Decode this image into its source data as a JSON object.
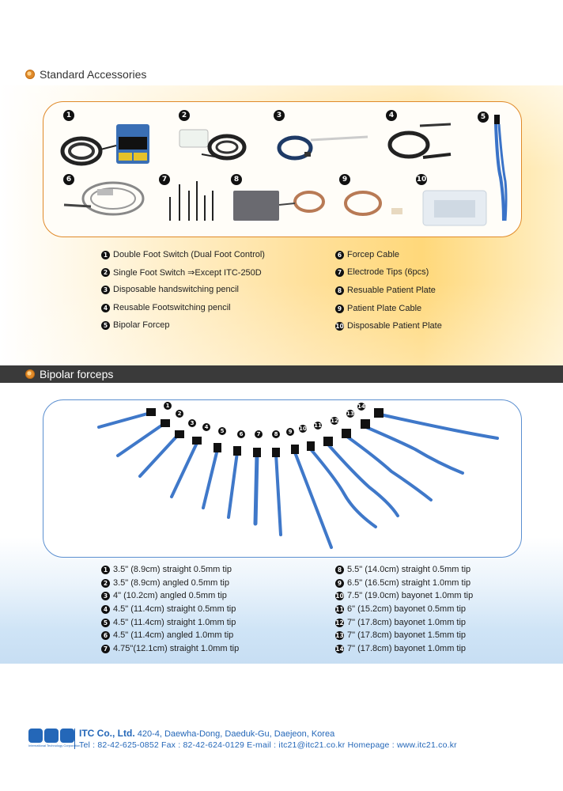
{
  "standard_accessories": {
    "title": "Standard Accessories",
    "markers": [
      "1",
      "2",
      "3",
      "4",
      "5",
      "6",
      "7",
      "8",
      "9",
      "10"
    ],
    "legend_left": [
      {
        "num": "1",
        "text": "Double Foot Switch (Dual Foot Control)"
      },
      {
        "num": "2",
        "text": "Single Foot Switch ⇒Except ITC-250D"
      },
      {
        "num": "3",
        "text": "Disposable handswitching pencil"
      },
      {
        "num": "4",
        "text": "Reusable Footswitching pencil"
      },
      {
        "num": "5",
        "text": "Bipolar Forcep"
      }
    ],
    "legend_right": [
      {
        "num": "6",
        "text": "Forcep Cable"
      },
      {
        "num": "7",
        "text": "Electrode Tips (6pcs)"
      },
      {
        "num": "8",
        "text": "Resuable Patient Plate"
      },
      {
        "num": "9",
        "text": "Patient Plate Cable"
      },
      {
        "num": "10",
        "text": "Disposable Patient Plate"
      }
    ]
  },
  "bipolar_forceps": {
    "title": "Bipolar forceps",
    "markers": [
      "1",
      "2",
      "3",
      "4",
      "5",
      "6",
      "7",
      "8",
      "9",
      "10",
      "11",
      "12",
      "13",
      "14"
    ],
    "legend_left": [
      {
        "num": "1",
        "text": "3.5\" (8.9cm) straight 0.5mm tip"
      },
      {
        "num": "2",
        "text": "3.5\" (8.9cm) angled 0.5mm tip"
      },
      {
        "num": "3",
        "text": "4\"   (10.2cm) angled 0.5mm tip"
      },
      {
        "num": "4",
        "text": "4.5\" (11.4cm) straight 0.5mm tip"
      },
      {
        "num": "5",
        "text": "4.5\" (11.4cm) straight 1.0mm tip"
      },
      {
        "num": "6",
        "text": "4.5\" (11.4cm) angled 1.0mm tip"
      },
      {
        "num": "7",
        "text": "4.75\"(12.1cm) straight 1.0mm tip"
      }
    ],
    "legend_right": [
      {
        "num": "8",
        "text": "5.5\" (14.0cm) straight 0.5mm tip"
      },
      {
        "num": "9",
        "text": "6.5\" (16.5cm) straight 1.0mm tip"
      },
      {
        "num": "10",
        "text": "7.5\" (19.0cm) bayonet 1.0mm tip"
      },
      {
        "num": "11",
        "text": "6\"   (15.2cm) bayonet 0.5mm tip"
      },
      {
        "num": "12",
        "text": "7\"   (17.8cm) bayonet 1.0mm tip"
      },
      {
        "num": "13",
        "text": "7\"   (17.8cm) bayonet 1.5mm tip"
      },
      {
        "num": "14",
        "text": "7\"   (17.8cm) bayonet 1.0mm tip"
      }
    ]
  },
  "footer": {
    "logo_caption": "International Technology Corporation",
    "company": "ITC Co., Ltd.",
    "address": "420-4, Daewha-Dong, Daeduk-Gu, Daejeon, Korea",
    "contact": "Tel : 82-42-625-0852  Fax : 82-42-624-0129  E-mail : itc21@itc21.co.kr  Homepage : www.itc21.co.kr"
  },
  "colors": {
    "accent_orange": "#e08a2a",
    "accent_blue": "#5b8fd0",
    "brand_blue": "#2467b8"
  }
}
